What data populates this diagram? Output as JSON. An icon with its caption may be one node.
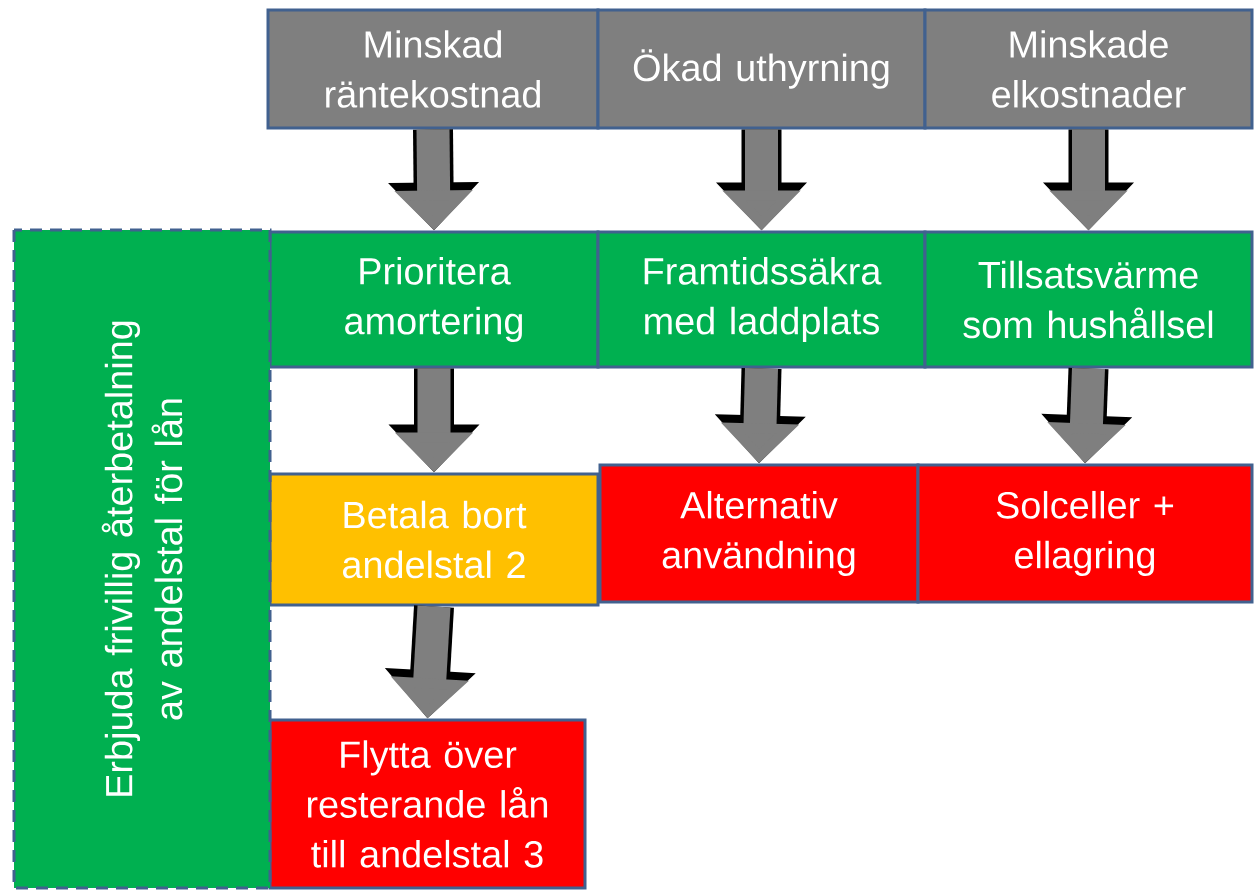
{
  "diagram": {
    "nodes": [
      {
        "text": [
          "Minskad räntekostnad"
        ]
      },
      {
        "text": [
          "Ökad uthyrning"
        ]
      },
      {
        "text": [
          "Minskade elkostnader"
        ]
      },
      {
        "text": [
          "Prioritera amortering"
        ]
      },
      {
        "text": [
          "Framtidssäkra med laddplats"
        ]
      },
      {
        "text": [
          "Tillsatsvärme som hushållsel"
        ]
      },
      {
        "text": [
          "Betala bort andelstal 2"
        ]
      },
      {
        "text": [
          "Alternativ användning"
        ]
      },
      {
        "text": [
          "Solceller + ellagring"
        ]
      },
      {
        "text": [
          "Flytta över resterande lån till andelstal 3"
        ]
      },
      {
        "text": [
          "Erbjuda frivillig återbetalning av andelstal för lån"
        ]
      }
    ],
    "edges": [
      {
        "from": 0,
        "to": 3,
        "arrow": "to"
      },
      {
        "from": 1,
        "to": 4,
        "arrow": "to"
      },
      {
        "from": 2,
        "to": 5,
        "arrow": "to"
      },
      {
        "from": 3,
        "to": 6,
        "arrow": "to"
      },
      {
        "from": 4,
        "to": 7,
        "arrow": "to"
      },
      {
        "from": 5,
        "to": 8,
        "arrow": "to"
      },
      {
        "from": 6,
        "to": 9,
        "arrow": "to"
      }
    ]
  }
}
